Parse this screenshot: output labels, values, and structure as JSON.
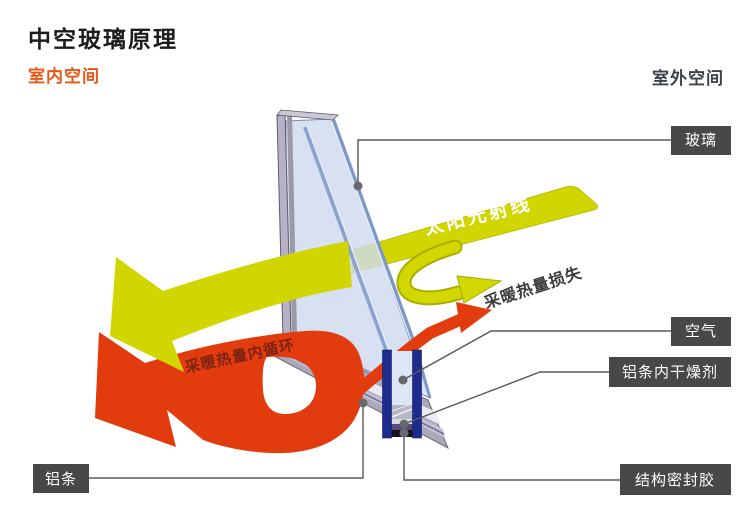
{
  "title": "中空玻璃原理",
  "zones": {
    "indoor": "室内空间",
    "outdoor": "室外空间"
  },
  "callouts": {
    "glass": "玻璃",
    "air": "空气",
    "desiccant": "铝条内干燥剂",
    "sealant": "结构密封胶",
    "aluminum": "铝条"
  },
  "annotations": {
    "solar_ray": "太阳光射线",
    "heat_loss": "采暖热量损失",
    "heat_cycle": "采暖热量内循环"
  },
  "colors": {
    "solar_yellow": "#d2d600",
    "heat_red": "#e23c0e",
    "glass_blue": "#ccd9ee",
    "pane_edge_blue": "#7e99c8",
    "section_dark_blue": "#1c2b8c",
    "frame_gray": "#a9a9ba",
    "callout_box": "#48484b",
    "indoor_text": "#ea5514",
    "outdoor_text": "#3d424e"
  }
}
